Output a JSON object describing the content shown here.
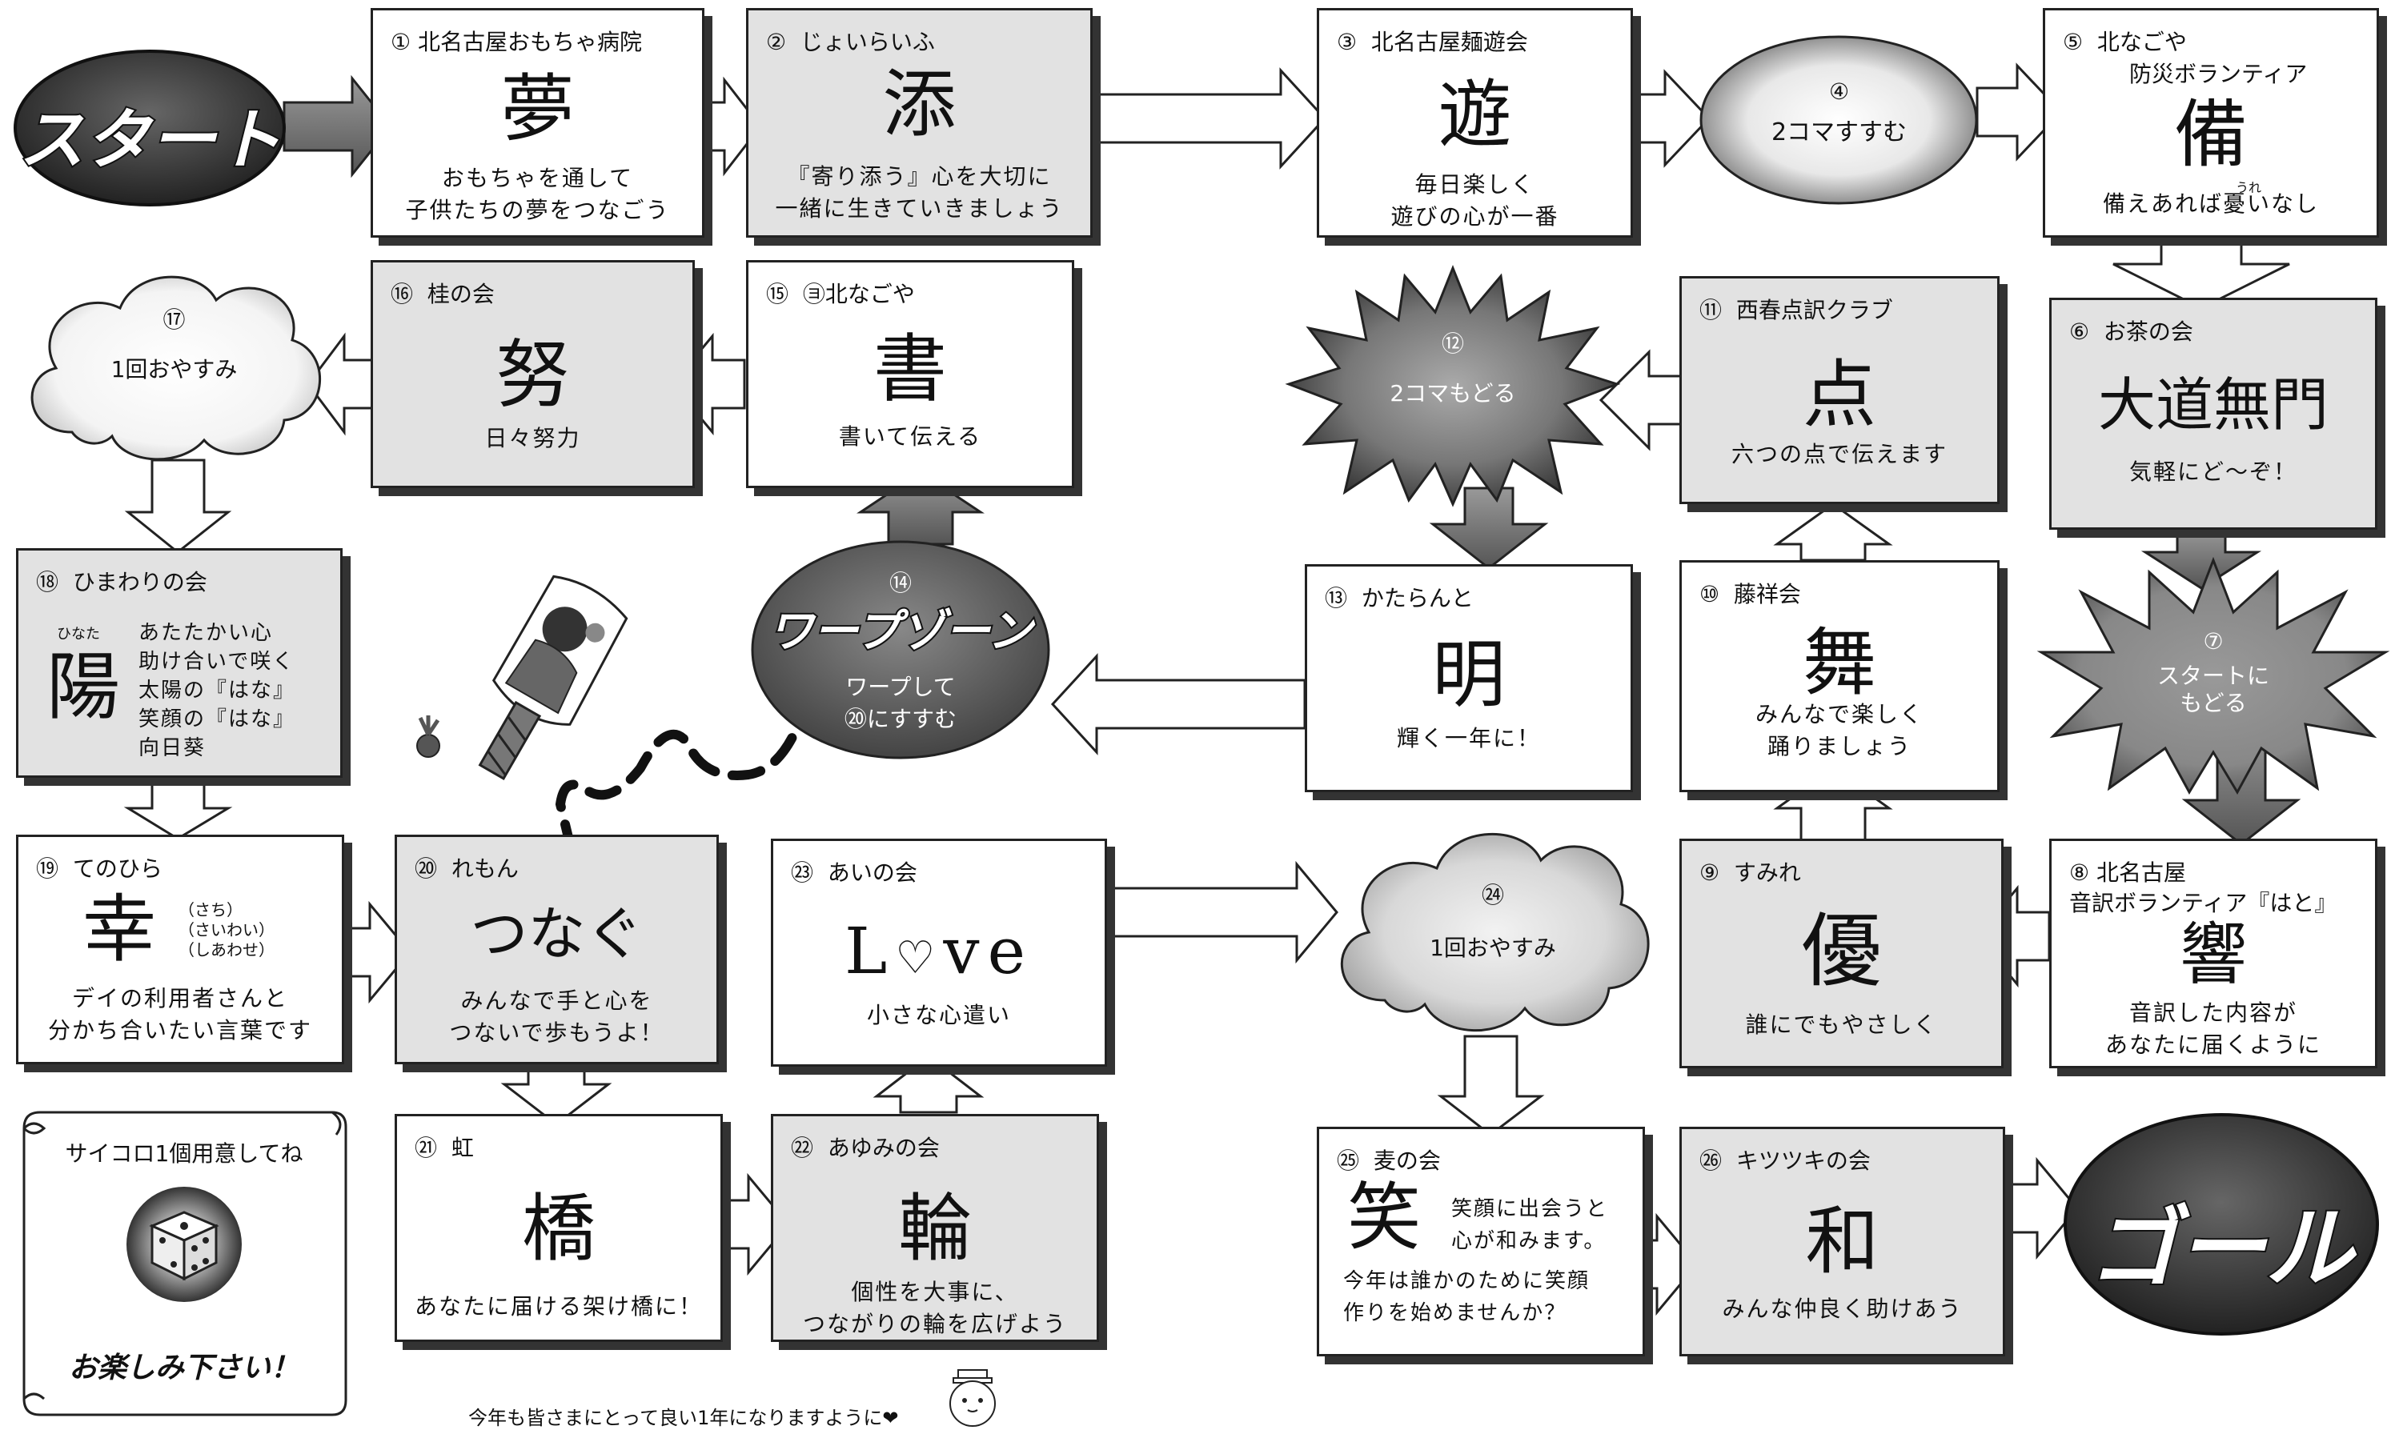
{
  "start_label": "スタート",
  "goal_label": "ゴール",
  "squares": {
    "s1": {
      "num": "①",
      "org": "北名古屋おもちゃ病院",
      "kanji": "夢",
      "desc": "おもちゃを通して\n子供たちの夢をつなごう"
    },
    "s2": {
      "num": "②",
      "org": "じょいらいふ",
      "kanji": "添",
      "desc": "『寄り添う』心を大切に\n一緒に生きていきましょう"
    },
    "s3": {
      "num": "③",
      "org": "北名古屋麺遊会",
      "kanji": "遊",
      "desc": "毎日楽しく\n遊びの心が一番"
    },
    "s4": {
      "num": "④",
      "text": "2コマすすむ"
    },
    "s5": {
      "num": "⑤",
      "org": "北なごや",
      "org2": "防災ボランティア",
      "kanji": "備",
      "ruby": "うれ",
      "desc": "備えあれば憂いなし"
    },
    "s6": {
      "num": "⑥",
      "org": "お茶の会",
      "kanji": "大道無門",
      "desc": "気軽にど～ぞ！"
    },
    "s7": {
      "num": "⑦",
      "text1": "スタートに",
      "text2": "もどる"
    },
    "s8": {
      "num": "⑧",
      "org": "北名古屋",
      "org2": "音訳ボランティア『はと』",
      "kanji": "響",
      "desc": "音訳した内容が\nあなたに届くように"
    },
    "s9": {
      "num": "⑨",
      "org": "すみれ",
      "kanji": "優",
      "desc": "誰にでもやさしく"
    },
    "s10": {
      "num": "⑩",
      "org": "藤祥会",
      "kanji": "舞",
      "desc": "みんなで楽しく\n踊りましょう"
    },
    "s11": {
      "num": "⑪",
      "org": "西春点訳クラブ",
      "kanji": "点",
      "desc": "六つの点で伝えます"
    },
    "s12": {
      "num": "⑫",
      "text": "2コマもどる"
    },
    "s13": {
      "num": "⑬",
      "org": "かたらんと",
      "kanji": "明",
      "desc": "輝く一年に！"
    },
    "s14": {
      "num": "⑭",
      "title": "ワープゾーン",
      "text1": "ワープして",
      "text2": "⑳にすすむ"
    },
    "s15": {
      "num": "⑮",
      "org": "㋵北なごや",
      "kanji": "書",
      "desc": "書いて伝える"
    },
    "s16": {
      "num": "⑯",
      "org": "桂の会",
      "kanji": "努",
      "desc": "日々努力"
    },
    "s17": {
      "num": "⑰",
      "text": "1回おやすみ"
    },
    "s18": {
      "num": "⑱",
      "org": "ひまわりの会",
      "kanji": "陽",
      "ruby": "ひなた",
      "desc": "あたたかい心\n助け合いで咲く\n太陽の『はな』\n笑顔の『はな』\n向日葵"
    },
    "s19": {
      "num": "⑲",
      "org": "てのひら",
      "kanji": "幸",
      "ruby1": "（さち）",
      "ruby2": "（さいわい）",
      "ruby3": "（しあわせ）",
      "desc": "デイの利用者さんと\n分かち合いたい言葉です"
    },
    "s20": {
      "num": "⑳",
      "org": "れもん",
      "kanji": "つなぐ",
      "desc": "みんなで手と心を\nつないで歩もうよ！"
    },
    "s21": {
      "num": "㉑",
      "org": "虹",
      "kanji": "橋",
      "desc": "あなたに届ける架け橋に！"
    },
    "s22": {
      "num": "㉒",
      "org": "あゆみの会",
      "kanji": "輪",
      "desc": "個性を大事に、\nつながりの輪を広げよう"
    },
    "s23": {
      "num": "㉓",
      "org": "あいの会",
      "kanji_l": "L",
      "kanji_heart": "♡",
      "kanji_ve": "ve",
      "desc": "小さな心遣い"
    },
    "s24": {
      "num": "㉔",
      "text": "1回おやすみ"
    },
    "s25": {
      "num": "㉕",
      "org": "麦の会",
      "kanji": "笑",
      "side": "笑顔に出会うと\n心が和みます。",
      "desc": "今年は誰かのために笑顔\n作りを始めませんか？"
    },
    "s26": {
      "num": "㉖",
      "org": "キツツキの会",
      "kanji": "和",
      "desc": "みんな仲良く助けあう"
    }
  },
  "scroll": {
    "line1": "サイコロ1個用意してね",
    "line2": "お楽しみ下さい！"
  },
  "footer": "今年も皆さまにとって良い1年になりますように❤"
}
